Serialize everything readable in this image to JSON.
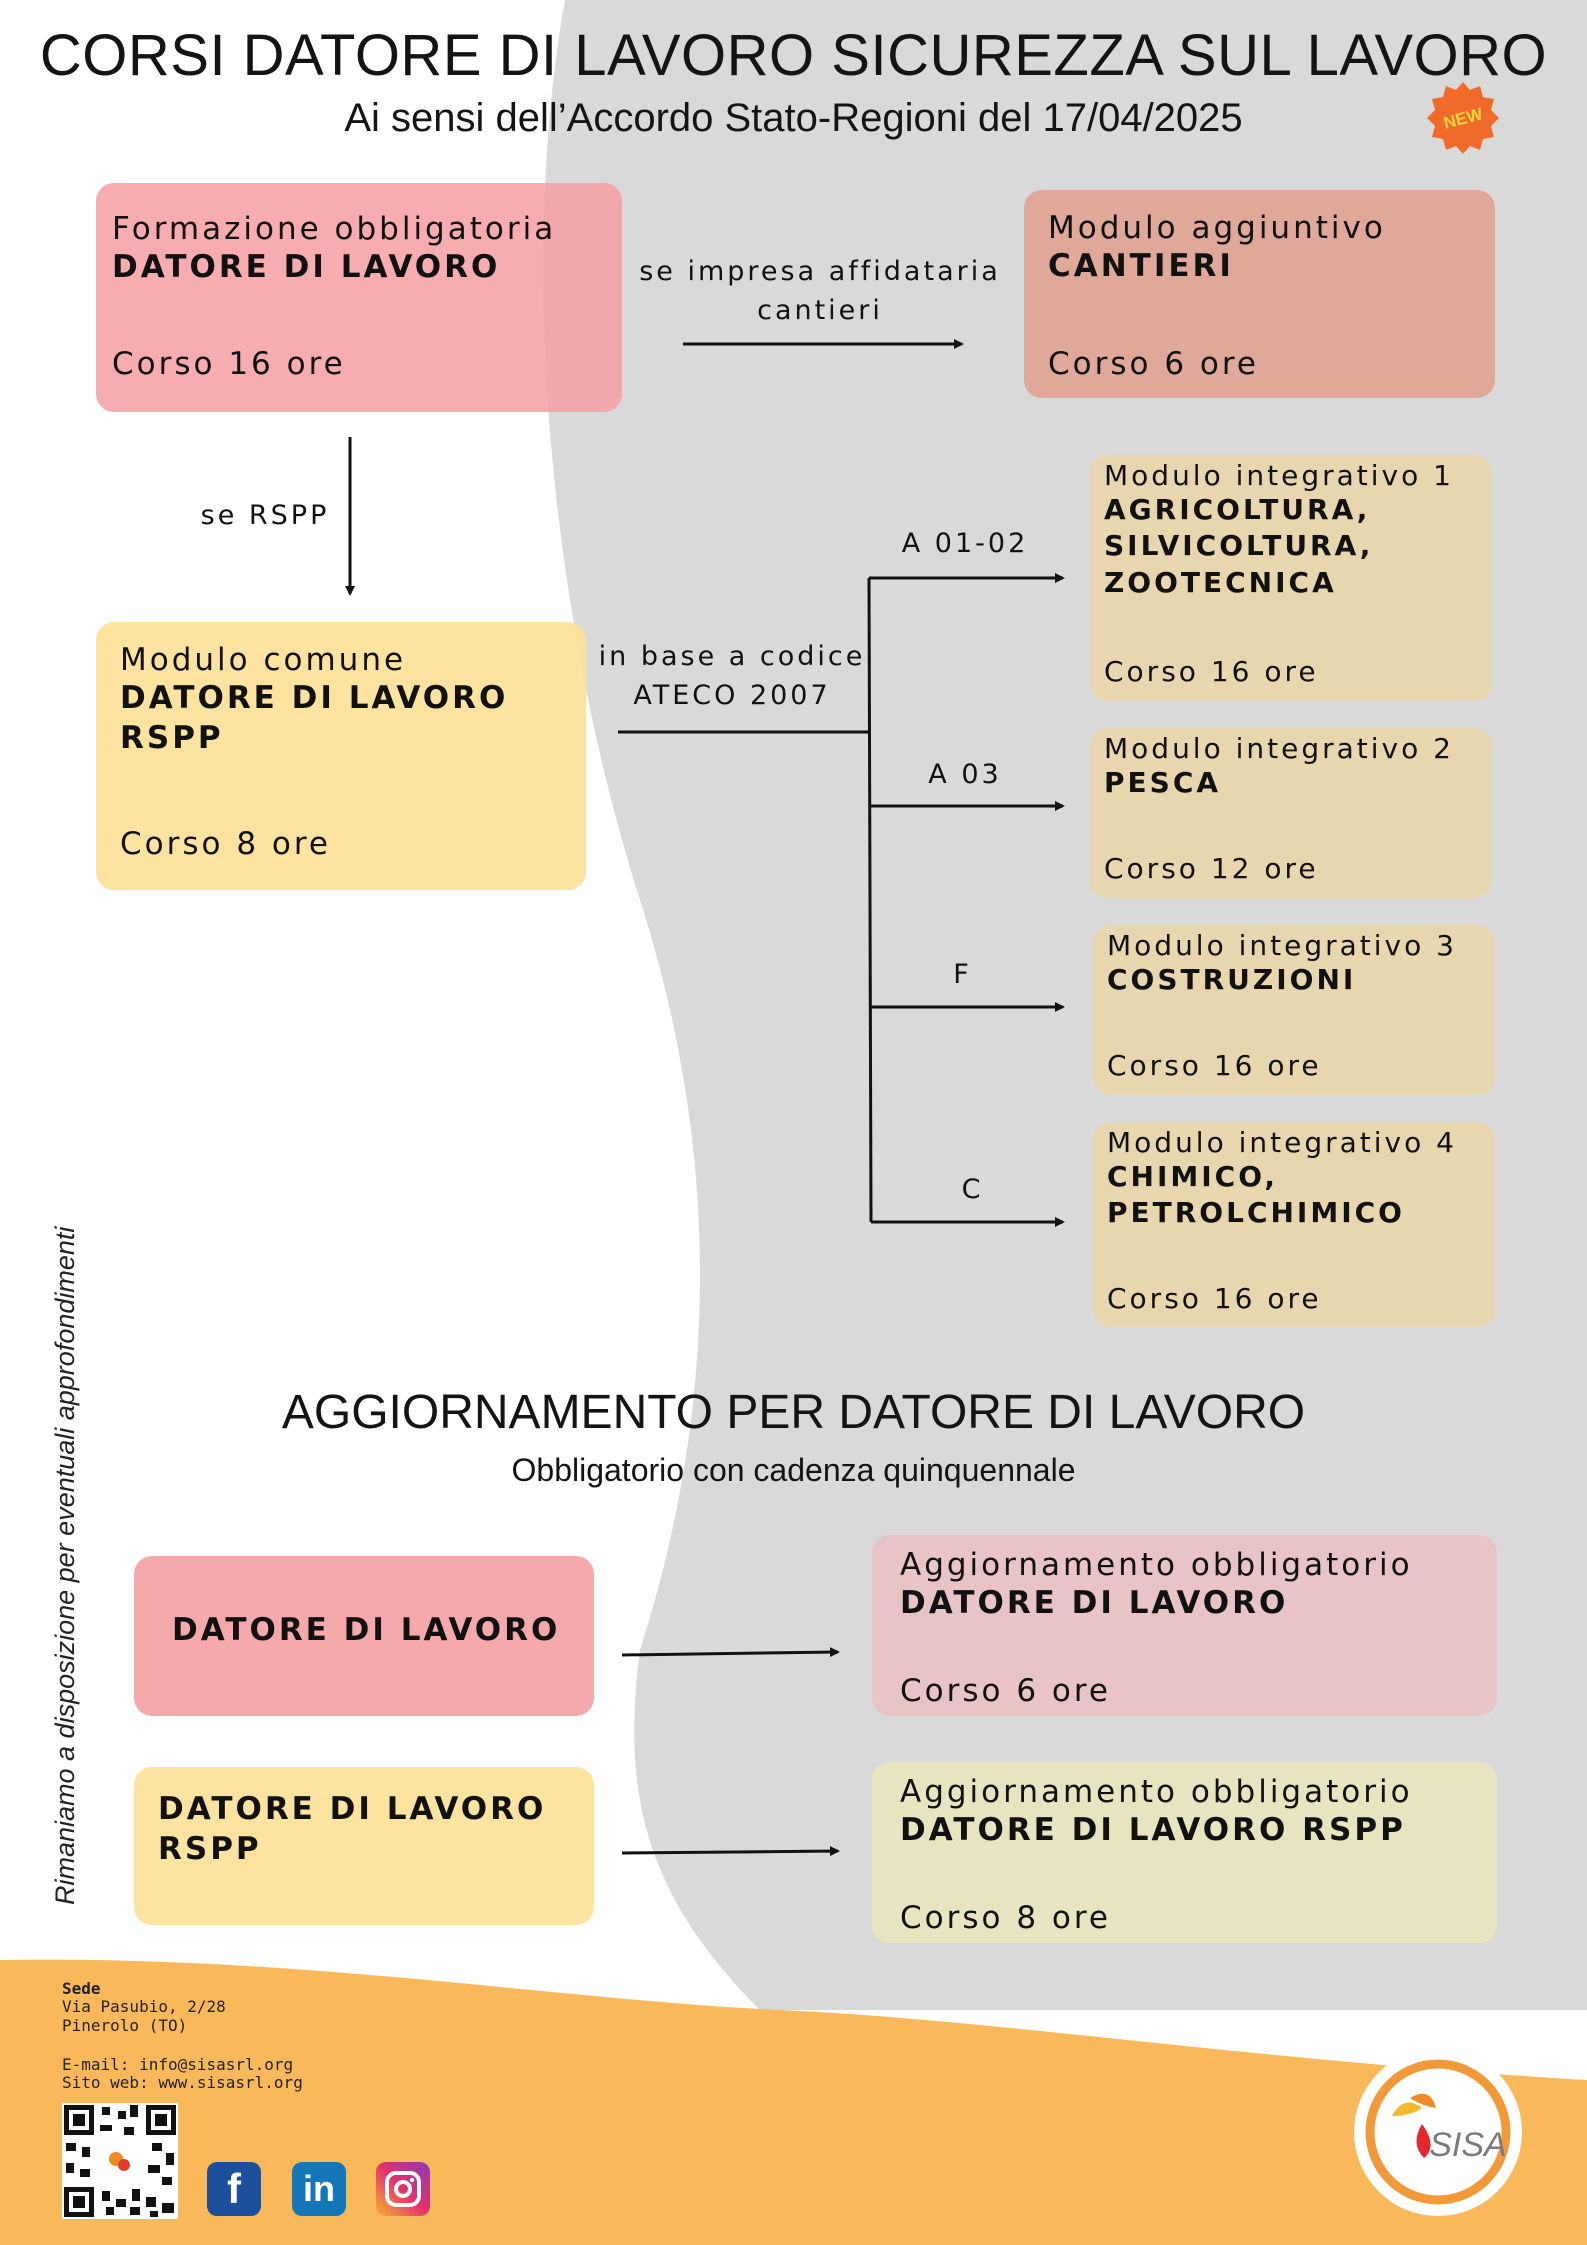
{
  "header": {
    "title": "CORSI DATORE DI LAVORO SICUREZZA SUL LAVORO",
    "subtitle": "Ai sensi dell’Accordo Stato-Regioni del 17/04/2025",
    "badge": "NEW"
  },
  "flow": {
    "main": {
      "line1": "Formazione obbligatoria",
      "line2": "DATORE DI LAVORO",
      "hours": "Corso 16 ore"
    },
    "cantieri_label": [
      "se impresa affidataria",
      "cantieri"
    ],
    "cantieri": {
      "line1": "Modulo aggiuntivo",
      "line2": "CANTIERI",
      "hours": "Corso 6 ore"
    },
    "rspp_label": "se RSPP",
    "comune": {
      "line1": "Modulo comune",
      "line2": "DATORE DI LAVORO",
      "line3": "RSPP",
      "hours": "Corso 8 ore"
    },
    "ateco_label": [
      "in base a codice",
      "ATECO 2007"
    ],
    "branches": [
      {
        "code": "A 01-02",
        "line1": "Modulo integrativo 1",
        "lines": [
          "AGRICOLTURA,",
          "SILVICOLTURA,",
          "ZOOTECNICA"
        ],
        "hours": "Corso 16 ore"
      },
      {
        "code": "A 03",
        "line1": "Modulo integrativo 2",
        "lines": [
          "PESCA"
        ],
        "hours": "Corso 12 ore"
      },
      {
        "code": "F",
        "line1": "Modulo integrativo 3",
        "lines": [
          "COSTRUZIONI"
        ],
        "hours": "Corso 16 ore"
      },
      {
        "code": "C",
        "line1": "Modulo integrativo 4",
        "lines": [
          "CHIMICO,",
          "PETROLCHIMICO"
        ],
        "hours": "Corso 16 ore"
      }
    ]
  },
  "update": {
    "title": "AGGIORNAMENTO PER DATORE DI LAVORO",
    "subtitle": "Obbligatorio con cadenza quinquennale",
    "rows": [
      {
        "left": [
          "DATORE DI LAVORO"
        ],
        "line1": "Aggiornamento obbligatorio",
        "line2": "DATORE DI LAVORO",
        "hours": "Corso 6 ore"
      },
      {
        "left": [
          "DATORE DI LAVORO",
          "RSPP"
        ],
        "line1": "Aggiornamento obbligatorio",
        "line2": "DATORE DI LAVORO RSPP",
        "hours": "Corso 8 ore"
      }
    ]
  },
  "side_note": "Rimaniamo a disposizione per eventuali approfondimenti",
  "footer": {
    "sede_label": "Sede",
    "address1": "Via Pasubio, 2/28",
    "address2": "Pinerolo (TO)",
    "email": "E-mail: info@sisasrl.org",
    "web": "Sito web: www.sisasrl.org",
    "social": [
      "facebook-icon",
      "linkedin-icon",
      "instagram-icon"
    ],
    "logo_text": "SISA"
  },
  "colors": {
    "pink": "#f6a9ab",
    "salmon": "#dfa899",
    "yellow": "#fde3a0",
    "beige": "#e8d7ae",
    "update_pink": "#e8c4c6",
    "update_cream": "#e8e4c0",
    "footer_orange": "#f9b95a",
    "gray_bg": "#d9d9d9"
  }
}
